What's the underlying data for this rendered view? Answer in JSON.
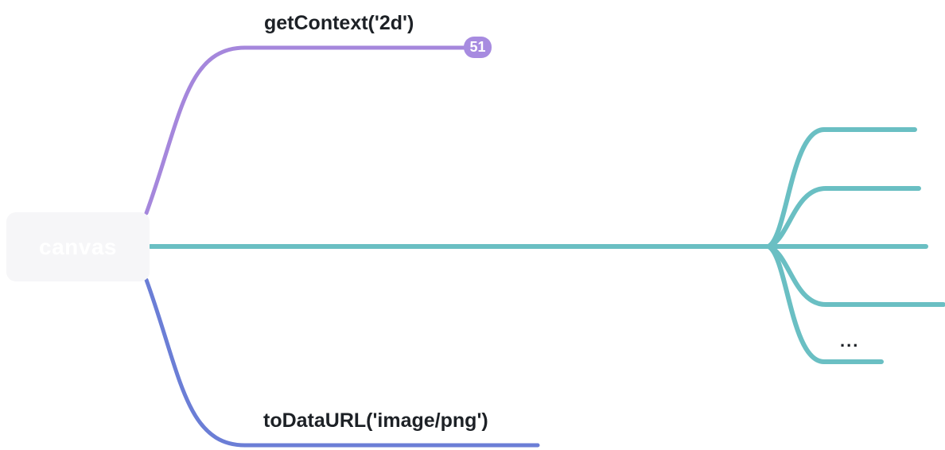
{
  "app": {
    "view": "mindmap-canvas"
  },
  "colors": {
    "purple": "#a587dc",
    "teal": "#6abfc3",
    "blue": "#6b7ed6",
    "badge_bg": "#a78be0",
    "badge_text": "#ffffff",
    "label_text": "#1d2126",
    "root_bg": "#f6f6f8",
    "root_text": "#ffffff"
  },
  "root": {
    "label": "canvas"
  },
  "branches": [
    {
      "name": "getcontext",
      "label": "getContext('2d')",
      "badge_count": "51",
      "color": "#a587dc",
      "position": "top"
    },
    {
      "name": "teal-group",
      "label": "",
      "color": "#6abfc3",
      "position": "middle",
      "children_count": 5,
      "collapsed_label": "..."
    },
    {
      "name": "todataurl",
      "label": "toDataURL('image/png')",
      "color": "#6b7ed6",
      "position": "bottom"
    }
  ]
}
